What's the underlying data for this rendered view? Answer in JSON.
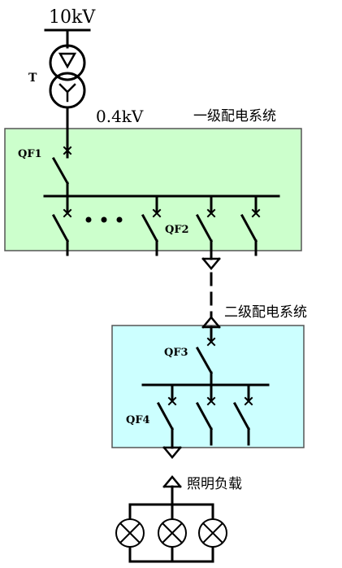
{
  "supply": {
    "voltage_label": "10kV",
    "transformer_label": "T"
  },
  "secondary_voltage_label": "0.4kV",
  "level1": {
    "title": "一级配电系统",
    "fill": "#ccffcc"
  },
  "level2": {
    "title": "二级配电系统",
    "fill": "#ccffff"
  },
  "breakers": {
    "qf1": "QF1",
    "qf2": "QF2",
    "qf3": "QF3",
    "qf4": "QF4"
  },
  "load": {
    "title": "照明负载",
    "lamp_icon": "lamp-icon"
  },
  "colors": {
    "line": "#000000",
    "border": "#555555"
  }
}
